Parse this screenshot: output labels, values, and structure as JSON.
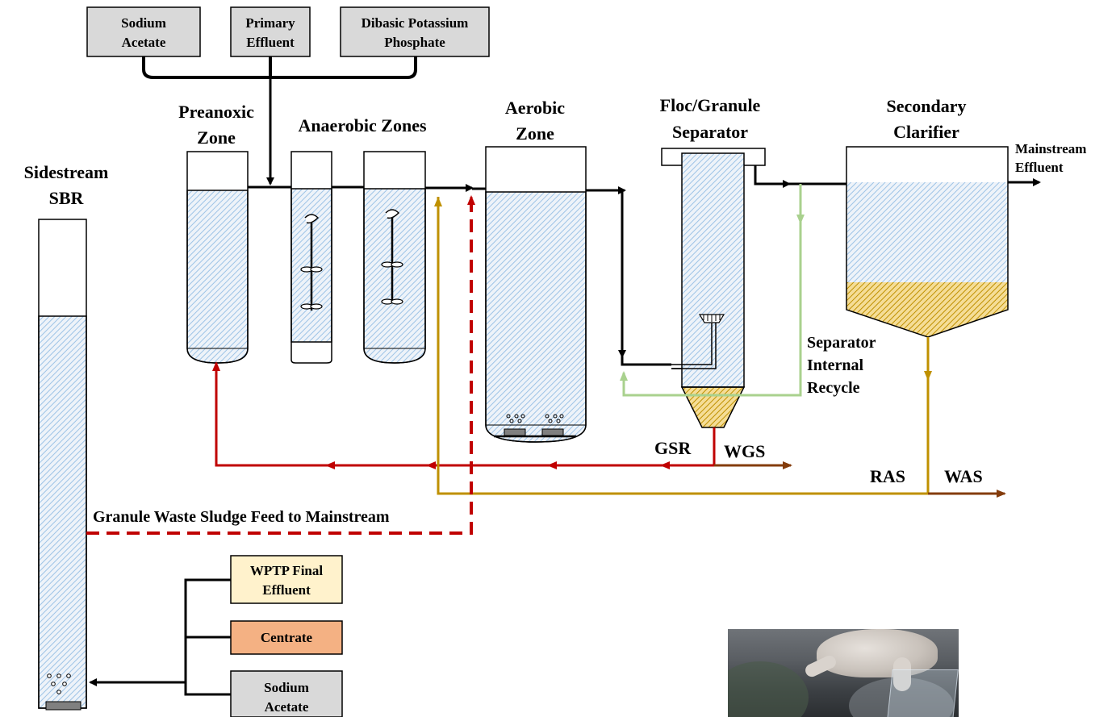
{
  "title_feeds": [
    {
      "id": "sodium-acetate",
      "lines": [
        "Sodium",
        "Acetate"
      ],
      "fill": "#d9d9d9"
    },
    {
      "id": "primary-effluent",
      "lines": [
        "Primary",
        "Effluent"
      ],
      "fill": "#d9d9d9"
    },
    {
      "id": "dibasic-potassium-phosphate",
      "lines": [
        "Dibasic Potassium",
        "Phosphate"
      ],
      "fill": "#d9d9d9"
    }
  ],
  "zones": {
    "preanoxic": [
      "Preanoxic",
      "Zone"
    ],
    "anaerobic": "Anaerobic Zones",
    "aerobic": [
      "Aerobic",
      "Zone"
    ],
    "separator": [
      "Floc/Granule",
      "Separator"
    ],
    "clarifier": [
      "Secondary",
      "Clarifier"
    ],
    "sbr": [
      "Sidestream",
      "SBR"
    ]
  },
  "streams": {
    "mainstream_effluent": [
      "Mainstream",
      "Effluent"
    ],
    "separator_recycle": [
      "Separator",
      "Internal",
      "Recycle"
    ],
    "gsr": "GSR",
    "wgs": "WGS",
    "ras": "RAS",
    "was": "WAS",
    "granule_waste": "Granule Waste  Sludge Feed to Mainstream"
  },
  "sbr_feeds": [
    {
      "id": "wptp-final-effluent",
      "lines": [
        "WPTP Final",
        "Effluent"
      ],
      "fill": "#fff2cc"
    },
    {
      "id": "centrate",
      "lines": [
        "Centrate"
      ],
      "fill": "#f4b183"
    },
    {
      "id": "sbr-sodium-acetate",
      "lines": [
        "Sodium",
        "Acetate"
      ],
      "fill": "#d9d9d9"
    }
  ],
  "colors": {
    "flow_main": "#000000",
    "gsr_line": "#c00000",
    "ras_line": "#bf9000",
    "waste_line": "#843c0c",
    "recycle_line": "#a9d18e",
    "liquid_hatch": "#9dc3e6",
    "sludge_hatch": "#bf9000"
  },
  "photo": {
    "description_icon": "gloved-hand-photo"
  }
}
